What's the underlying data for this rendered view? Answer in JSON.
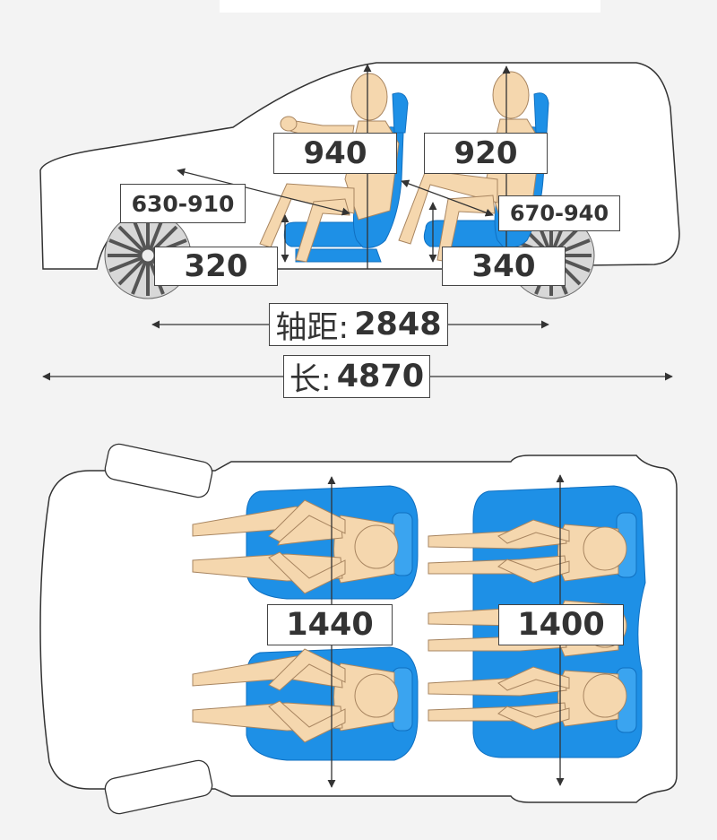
{
  "side_view": {
    "head_front": "940",
    "head_rear": "920",
    "leg_front": "630-910",
    "leg_rear": "670-940",
    "cushion_front": "320",
    "cushion_rear": "340"
  },
  "wheelbase": {
    "label": "轴距:",
    "value": "2848"
  },
  "length": {
    "label": "长:",
    "value": "4870"
  },
  "top_view": {
    "width_front": "1440",
    "width_rear": "1400"
  },
  "colors": {
    "seat": "#1e90e6",
    "seat_dark": "#0f6fc0",
    "skin": "#f5d7ae",
    "skin_stroke": "#a88560",
    "outline": "#333333",
    "arrow": "#333333"
  }
}
